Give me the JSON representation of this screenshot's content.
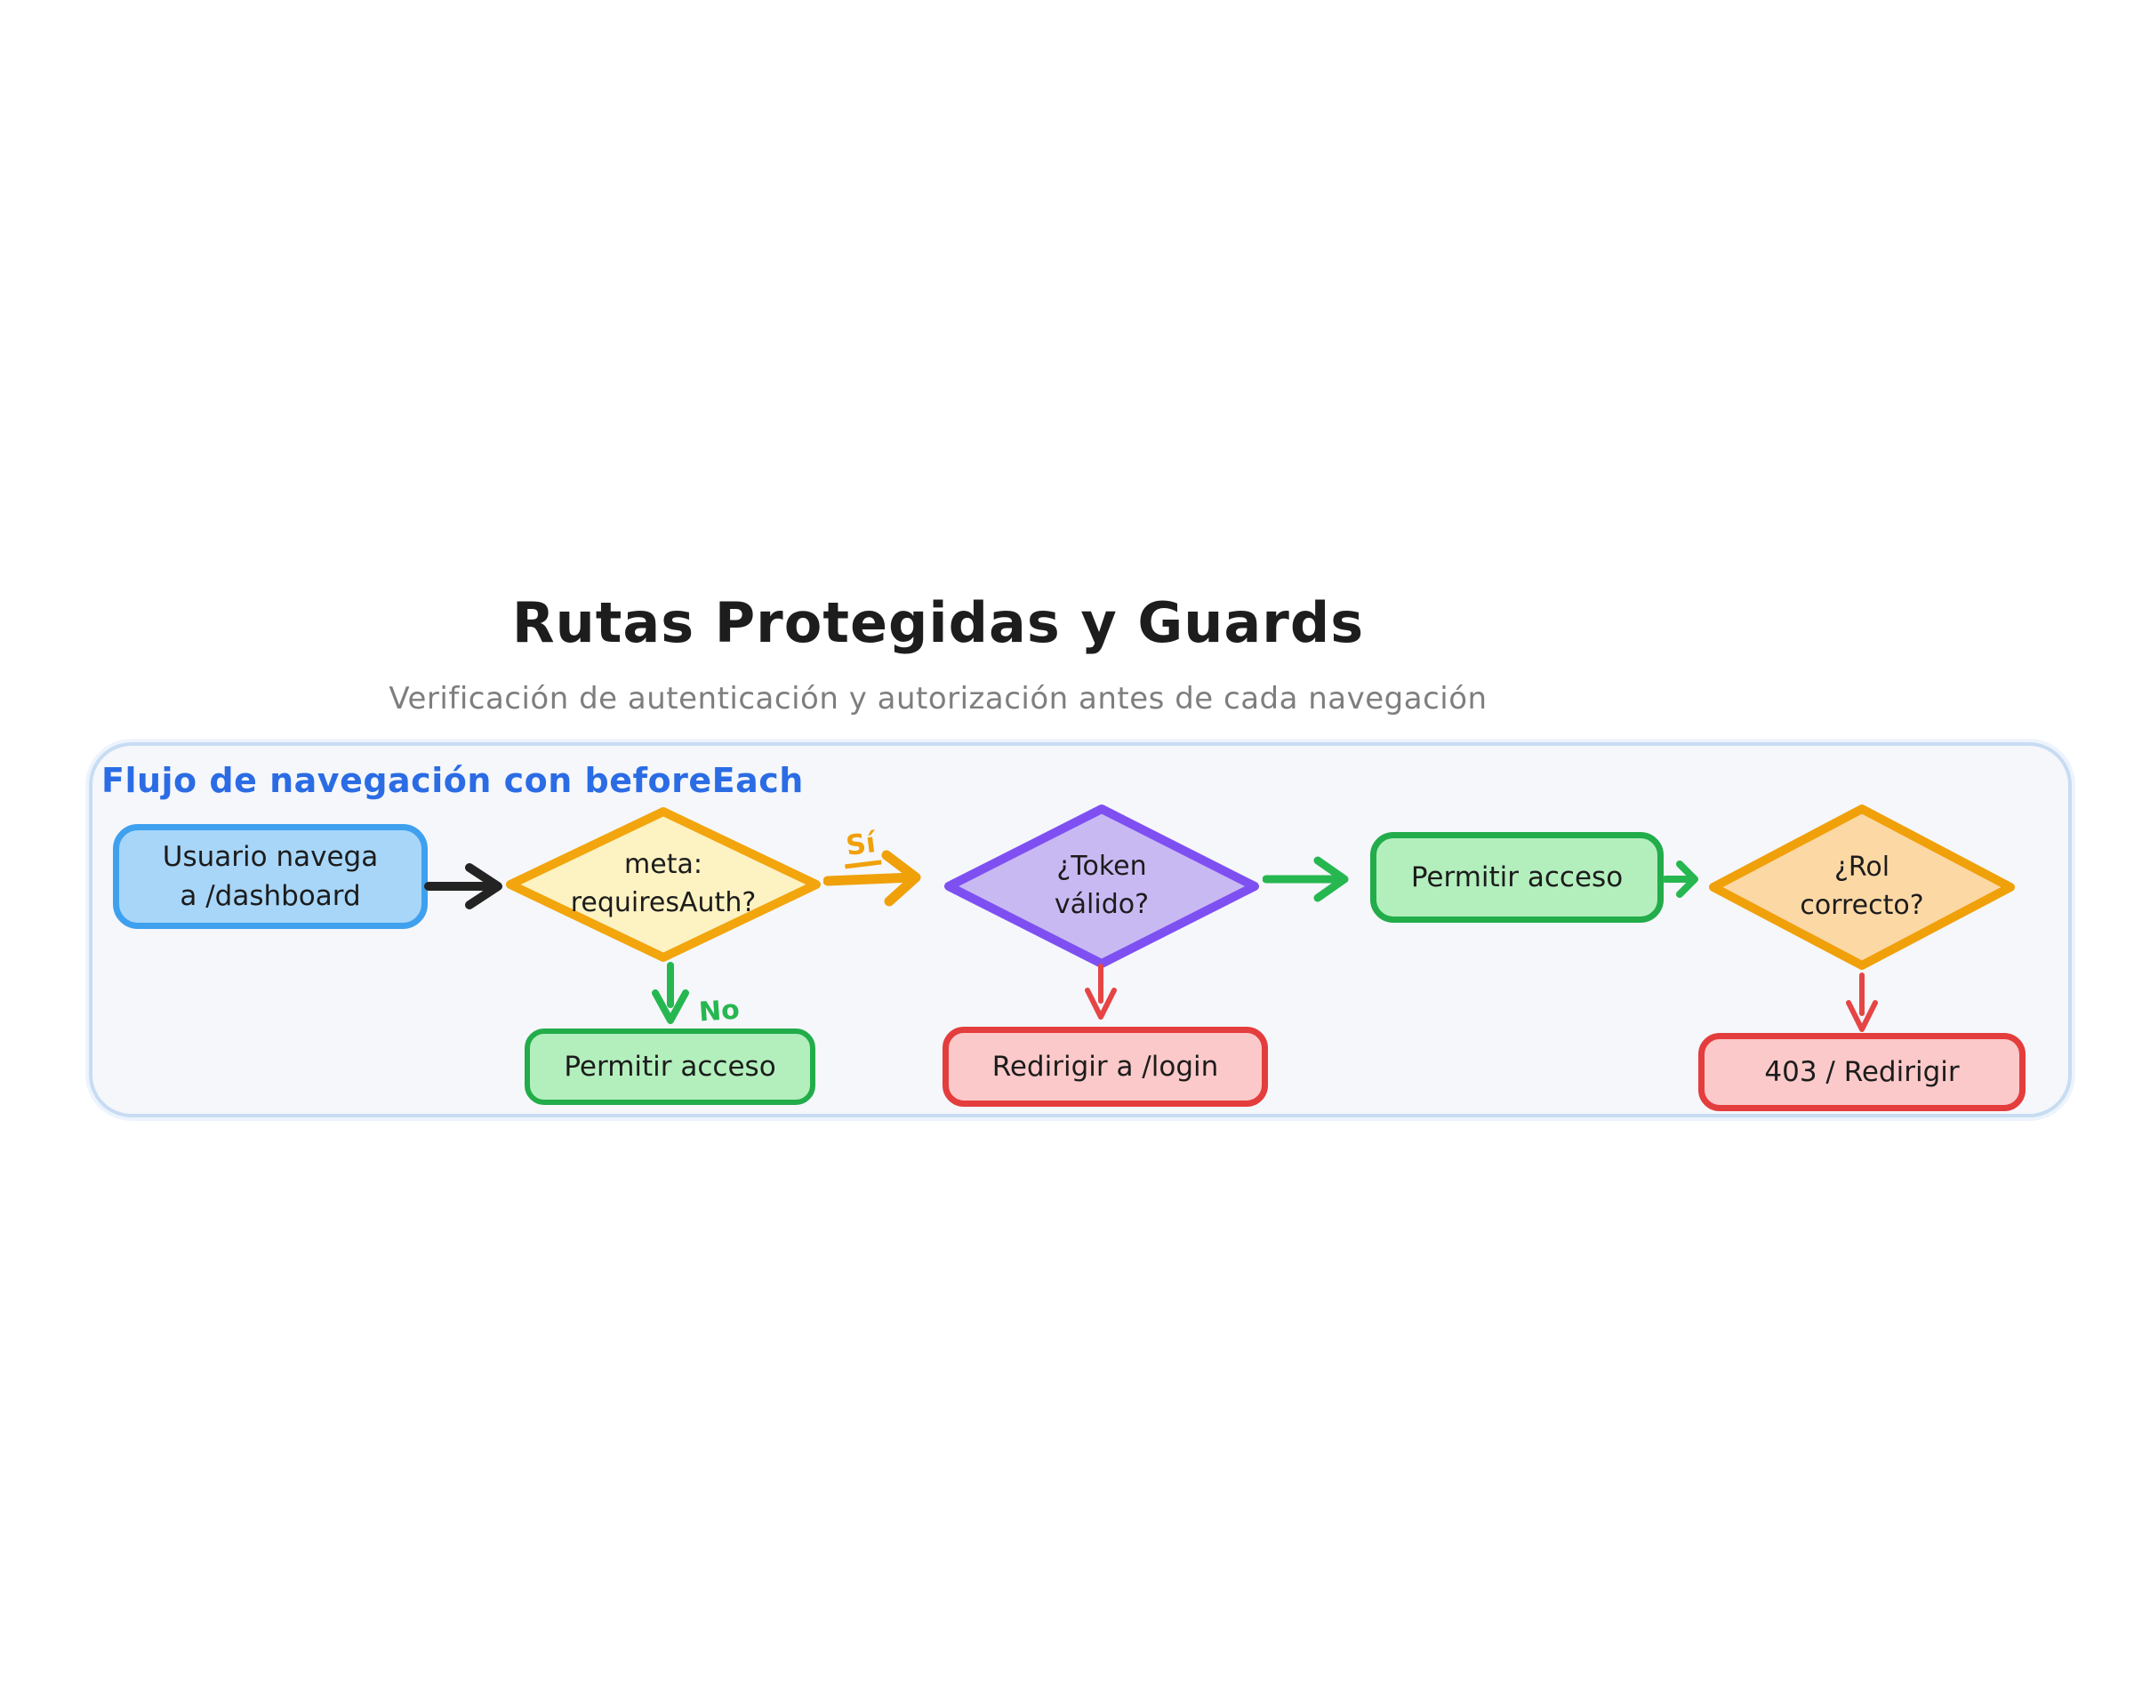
{
  "title": "Rutas Protegidas y Guards",
  "subtitle": "Verificación de autenticación y autorización antes de cada navegación",
  "panel": {
    "label": "Flujo de navegación con beforeEach"
  },
  "nodes": {
    "start": {
      "lines": [
        "Usuario navega",
        "a /dashboard"
      ]
    },
    "requires_auth": {
      "lines": [
        "meta:",
        "requiresAuth?"
      ]
    },
    "token_valid": {
      "lines": [
        "¿Token",
        "válido?"
      ]
    },
    "permit_access_main": {
      "label": "Permitir acceso"
    },
    "role_correct": {
      "lines": [
        "¿Rol",
        "correcto?"
      ]
    },
    "permit_access_no_auth": {
      "label": "Permitir acceso"
    },
    "redirect_login": {
      "label": "Redirigir a /login"
    },
    "forbidden": {
      "label": "403 / Redirigir"
    }
  },
  "edge_labels": {
    "yes": "Sí",
    "no": "No"
  },
  "colors": {
    "title_text": "#1d1d1d",
    "subtitle_text": "#7e7e7e",
    "panel_fill": "#f5f7fb",
    "panel_border": "#c8dcf2",
    "panel_label": "#2b6ce5",
    "start_fill": "#a7d6f8",
    "start_border": "#3fa0ee",
    "auth_fill": "#fdf2c2",
    "auth_border": "#f2a50d",
    "token_fill": "#c9b9f2",
    "token_border": "#7e50f2",
    "green_fill": "#b3efbd",
    "green_border": "#22ac4a",
    "role_fill": "#fcd8a5",
    "role_border": "#f0a009",
    "red_fill": "#fbc9c9",
    "red_border": "#e43d3d",
    "arrow_black": "#232323",
    "arrow_orange": "#f0a009",
    "arrow_green": "#27b750",
    "arrow_red": "#e64545"
  }
}
